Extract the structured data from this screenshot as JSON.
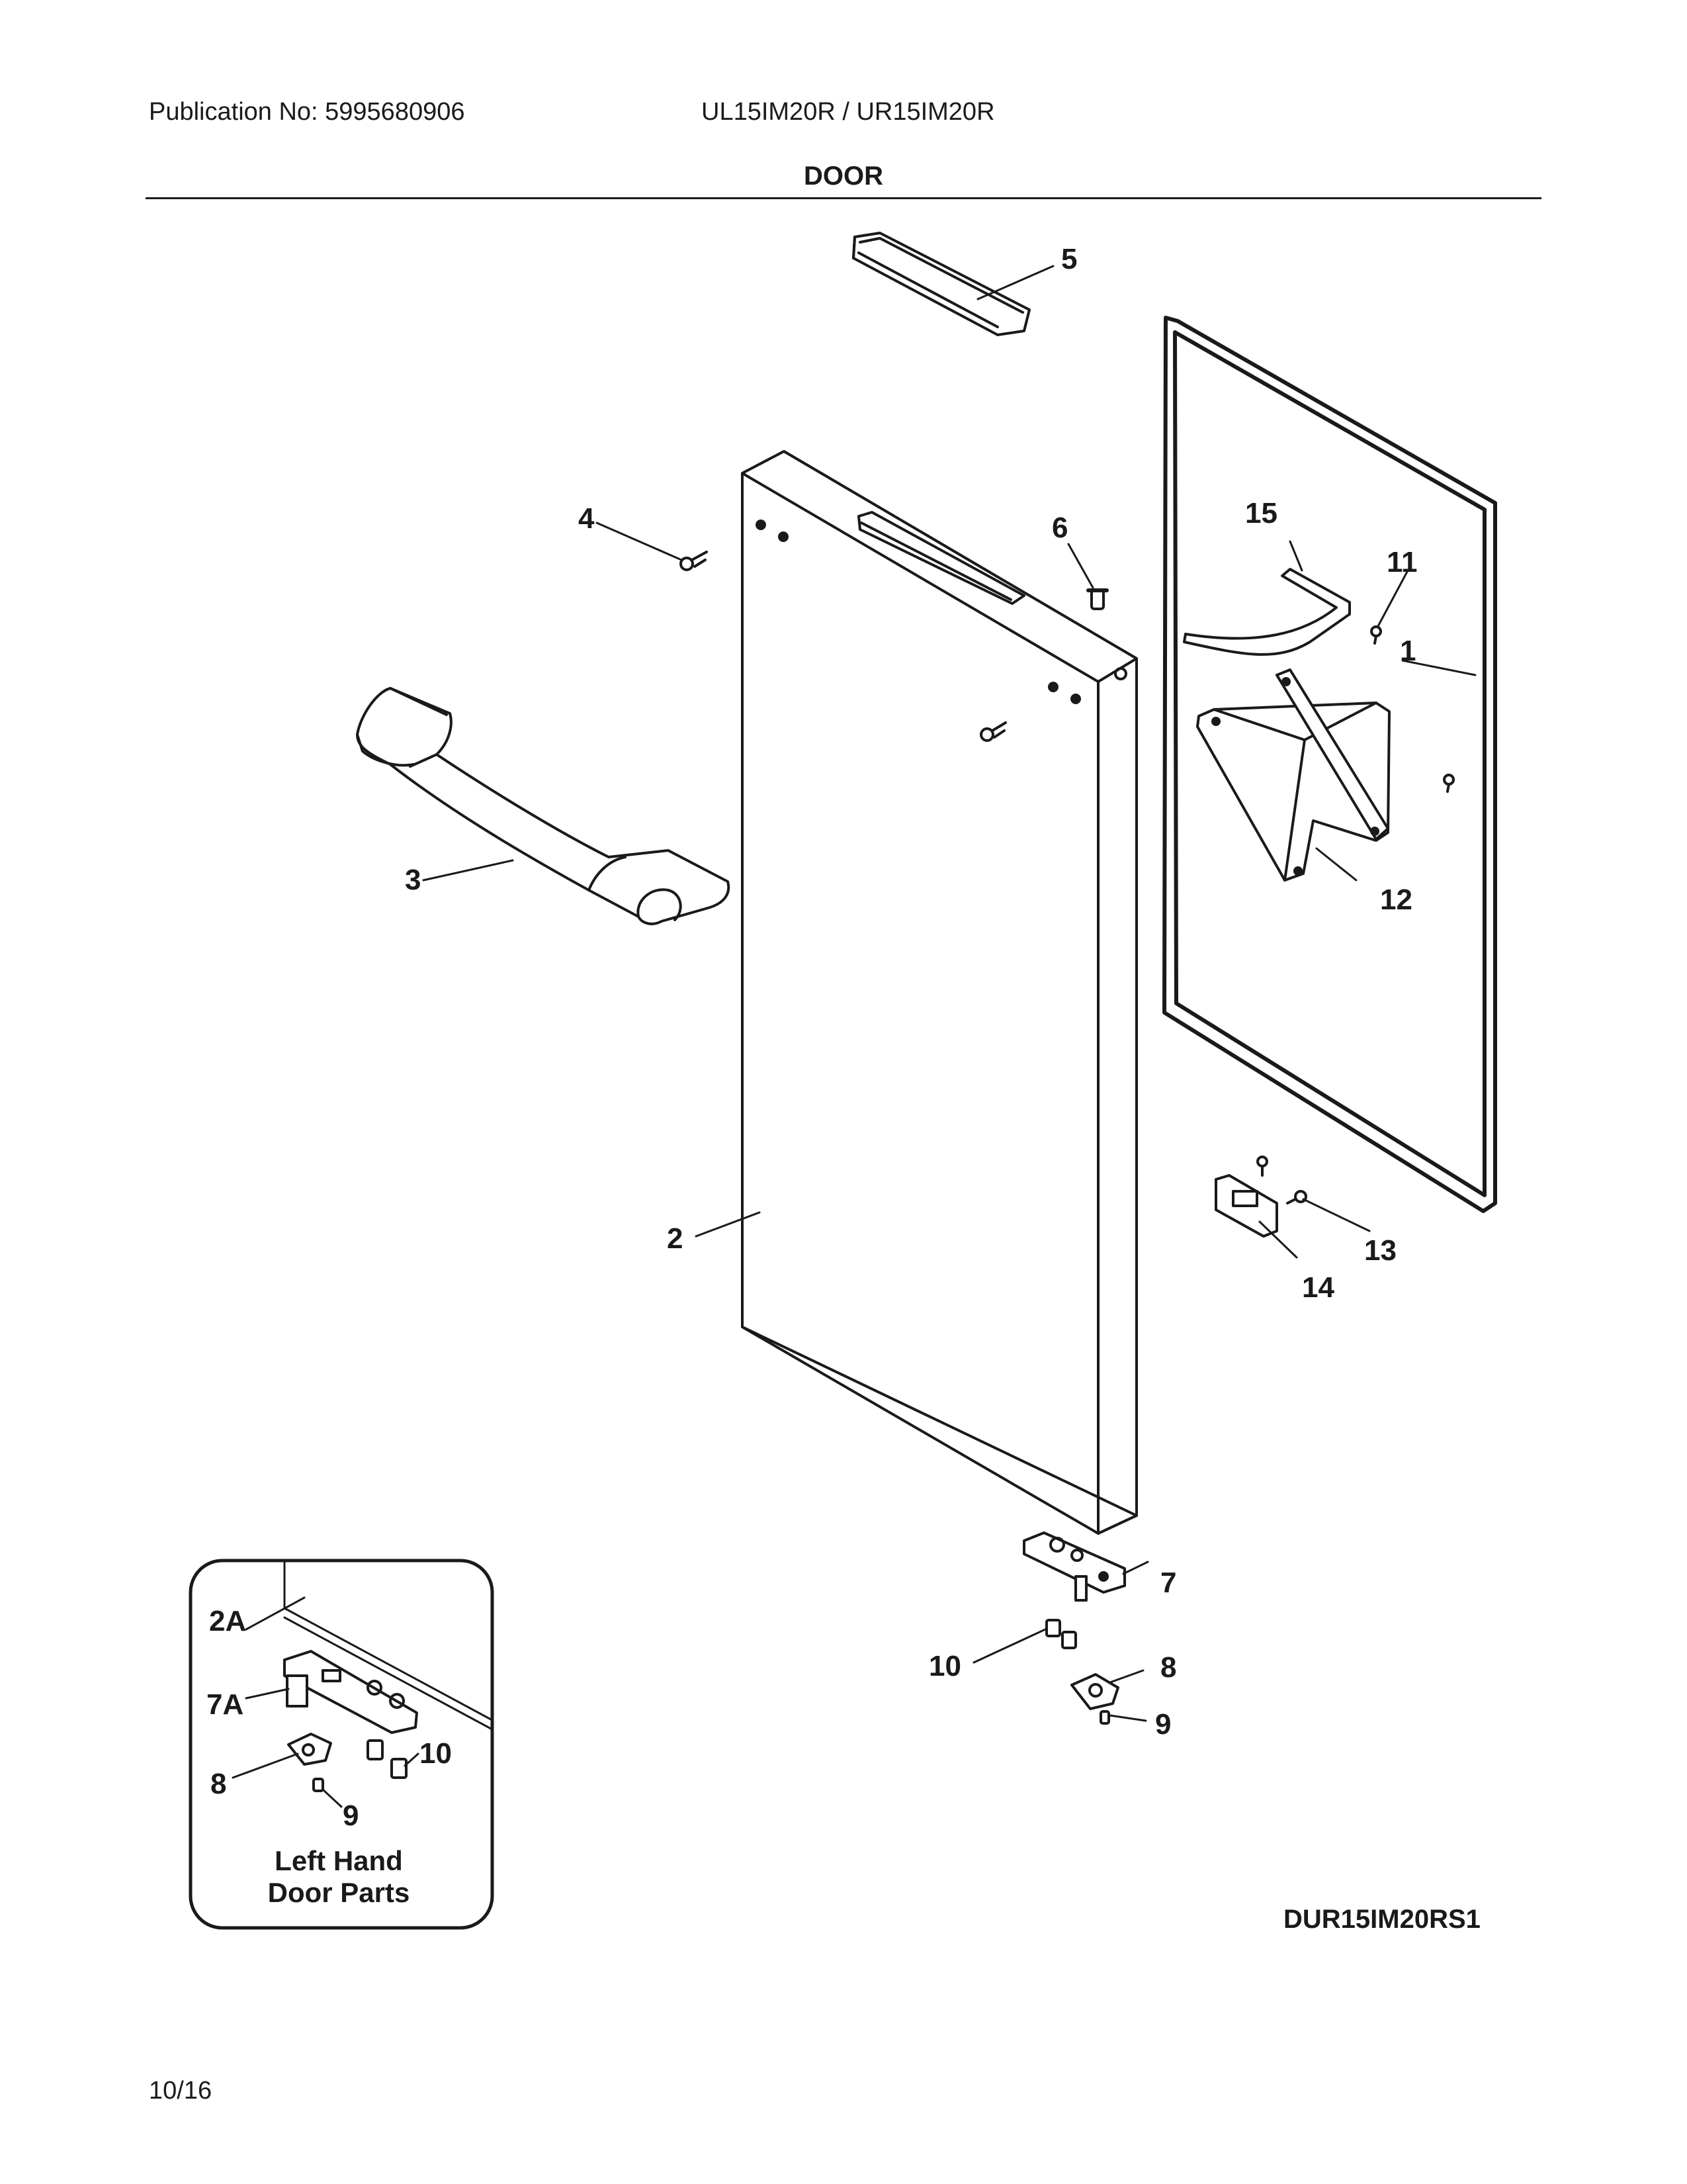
{
  "header": {
    "publication": "Publication No: 5995680906",
    "models": "UL15IM20R / UR15IM20R",
    "section_title": "DOOR"
  },
  "callouts": {
    "c1": "1",
    "c2": "2",
    "c3": "3",
    "c4": "4",
    "c5": "5",
    "c6": "6",
    "c7": "7",
    "c8": "8",
    "c9": "9",
    "c10": "10",
    "c11": "11",
    "c12": "12",
    "c13": "13",
    "c14": "14",
    "c15": "15"
  },
  "inset": {
    "c2a": "2A",
    "c7a": "7A",
    "c8": "8",
    "c9": "9",
    "c10": "10",
    "caption_line1": "Left Hand",
    "caption_line2": "Door Parts"
  },
  "diagram_code": "DUR15IM20RS1",
  "footer": {
    "date": "10/16"
  }
}
